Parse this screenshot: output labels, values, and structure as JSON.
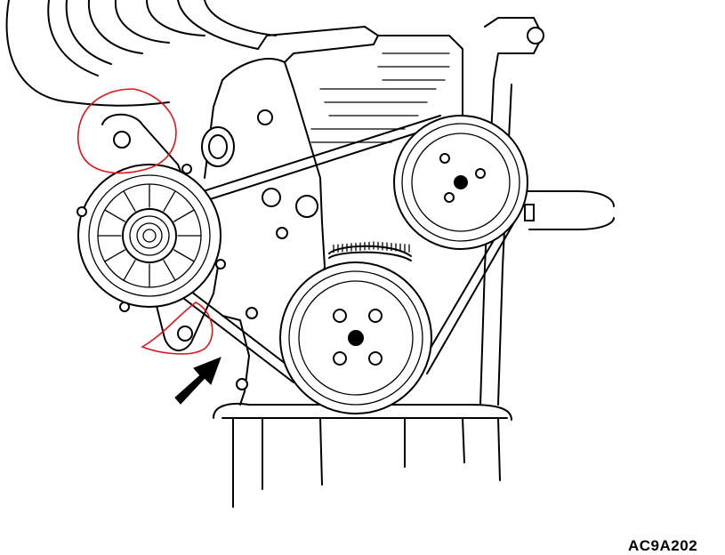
{
  "figure": {
    "reference_code": "AC9A202",
    "colors": {
      "line": "#000000",
      "highlight": "#e0141a",
      "background": "#ffffff"
    },
    "callouts": [
      {
        "name": "upper-mounting-bolt",
        "marker": "red-circle"
      },
      {
        "name": "lower-mounting-bolt",
        "marker": "red-circle"
      }
    ],
    "arrow": {
      "icon": "arrow-icon",
      "points_to": "adjustment-bracket"
    }
  }
}
